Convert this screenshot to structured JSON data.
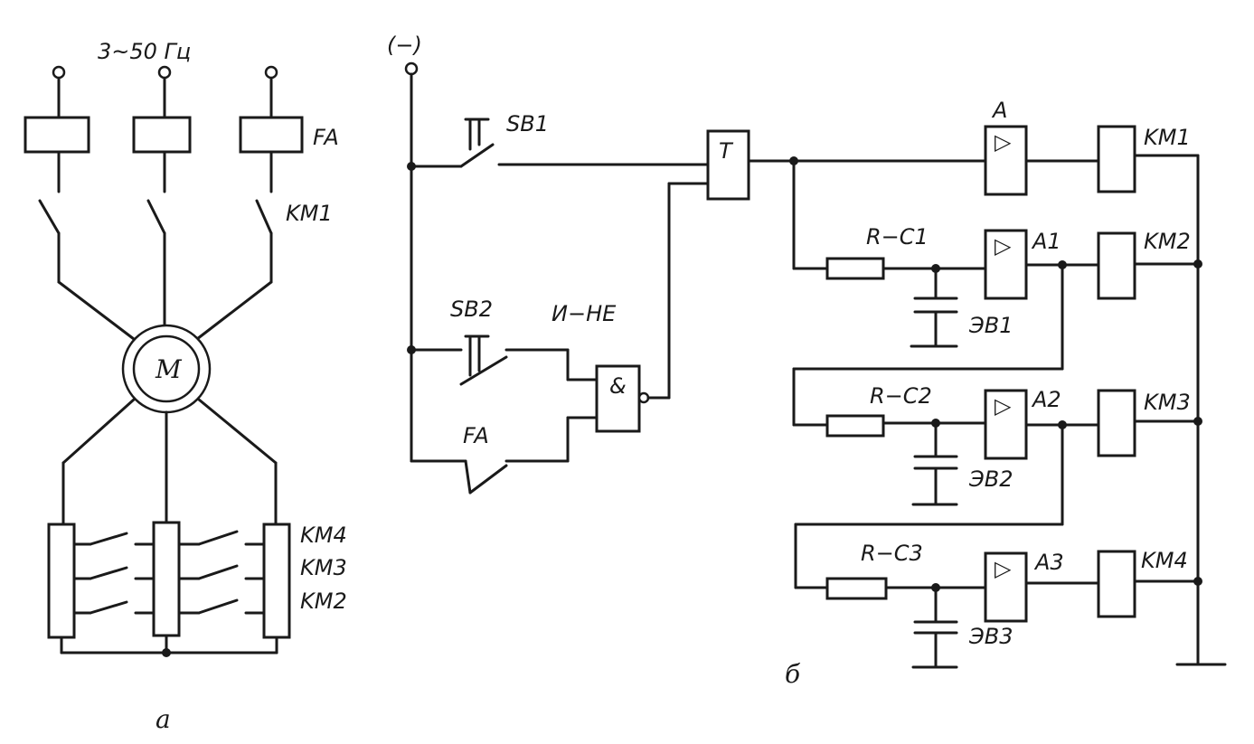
{
  "left": {
    "supply_label": "3~50 Гц",
    "fuse_label": "FA",
    "contactor_label": "KM1",
    "motor_label": "M",
    "brake_labels": [
      "KM4",
      "KM3",
      "KM2"
    ],
    "caption": "а"
  },
  "right": {
    "supply_label": "(−)",
    "start_button": "SB1",
    "stop_button": "SB2",
    "fuse_contact": "FA",
    "nand_label": "И−НЕ",
    "nand_symbol": "&",
    "trigger_label": "T",
    "amp_symbol": "▷",
    "amplifiers": [
      "A",
      "A1",
      "A2",
      "A3"
    ],
    "rc_labels": [
      "R−C1",
      "R−C2",
      "R−C3"
    ],
    "capacitor_labels": [
      "ЭВ1",
      "ЭВ2",
      "ЭВ3"
    ],
    "coils": [
      "KM1",
      "KM2",
      "KM3",
      "KM4"
    ],
    "caption": "б"
  }
}
